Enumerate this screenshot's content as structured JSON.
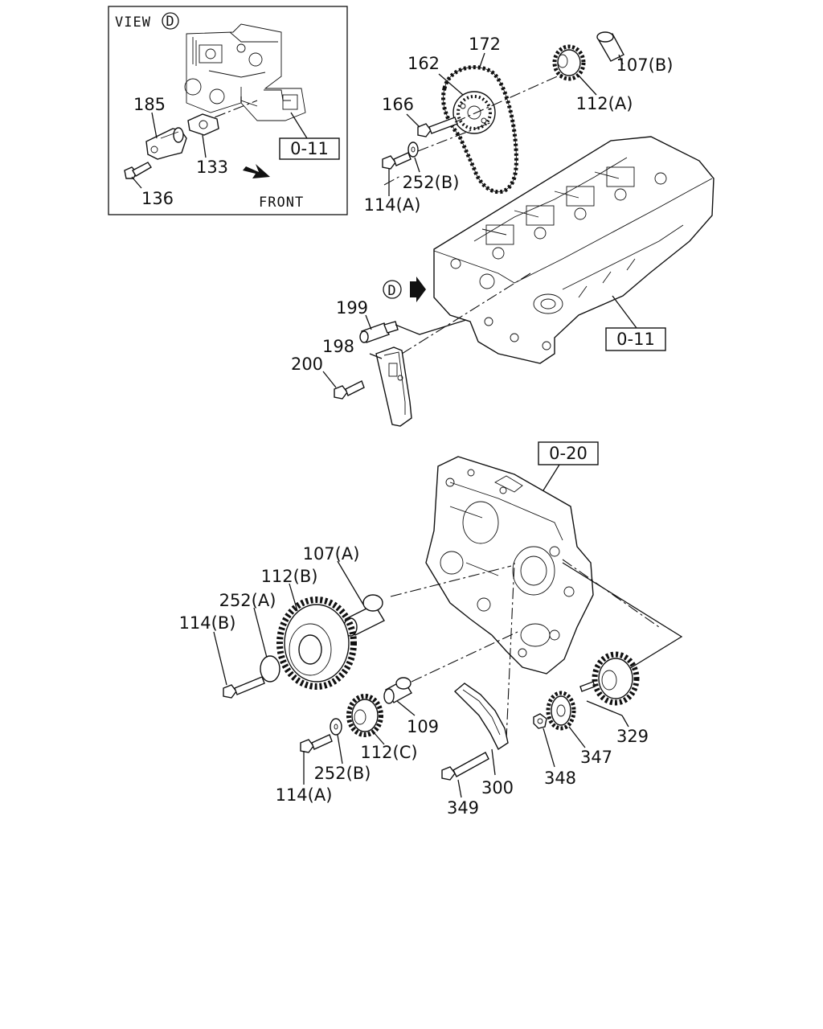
{
  "view_box": {
    "title": "VIEW",
    "marker": "D",
    "front_label": "FRONT",
    "labels": {
      "p185": "185",
      "p133": "133",
      "p136": "136"
    },
    "ref": "0-11"
  },
  "top_assembly": {
    "labels": {
      "p172": "172",
      "p162": "162",
      "p166": "166",
      "p107b": "107(B)",
      "p112a": "112(A)",
      "p252b": "252(B)",
      "p114a": "114(A)",
      "p199": "199",
      "p198": "198",
      "p200": "200"
    },
    "view_marker": "D",
    "ref": "0-11"
  },
  "bottom_assembly": {
    "ref": "0-20",
    "labels": {
      "p107a": "107(A)",
      "p112b": "112(B)",
      "p252a": "252(A)",
      "p114b": "114(B)",
      "p109": "109",
      "p112c": "112(C)",
      "p252b": "252(B)",
      "p114a": "114(A)",
      "p300": "300",
      "p349": "349",
      "p348": "348",
      "p347": "347",
      "p329": "329"
    }
  }
}
